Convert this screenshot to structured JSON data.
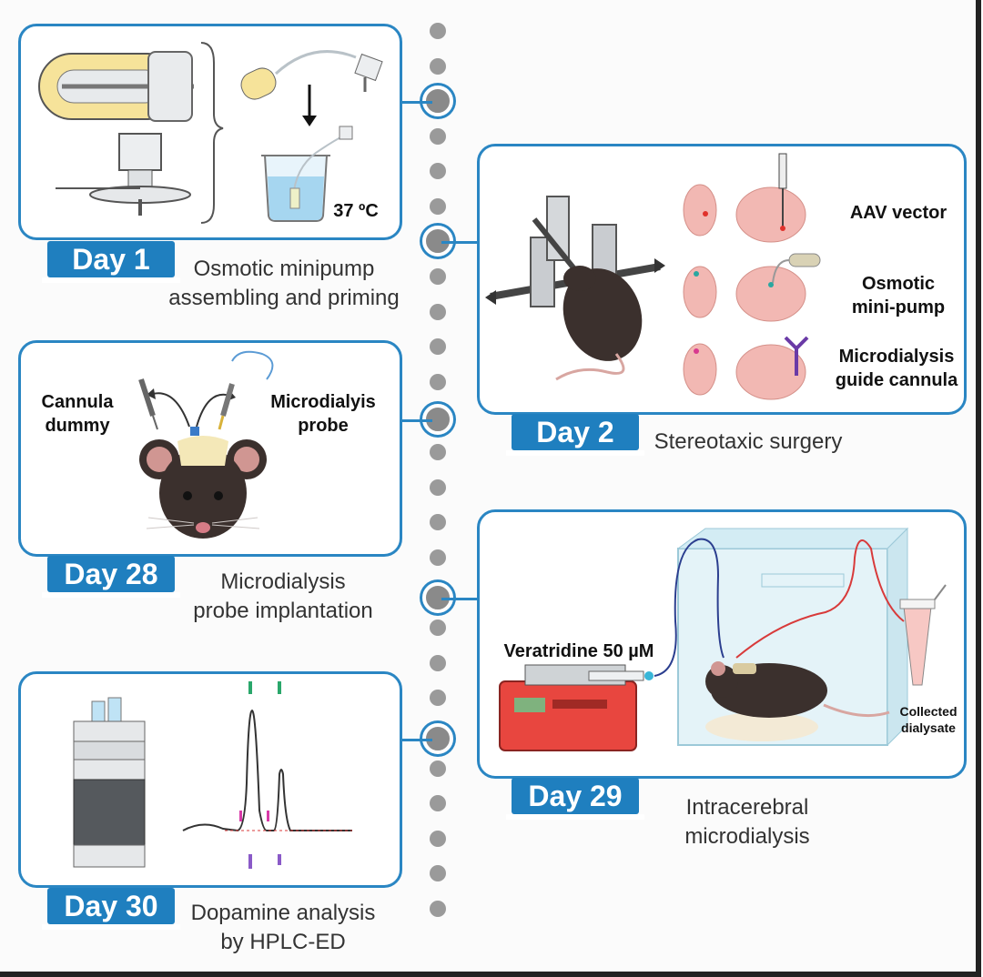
{
  "panels": {
    "day1": {
      "day": "Day 1",
      "caption_line1": "Osmotic minipump",
      "caption_line2": "assembling and priming",
      "temperature": "37 ºC"
    },
    "day2": {
      "day": "Day 2",
      "caption": "Stereotaxic surgery",
      "labels": {
        "aav": "AAV vector",
        "pump_line1": "Osmotic",
        "pump_line2": "mini-pump",
        "cannula_line1": "Microdialysis",
        "cannula_line2": "guide cannula"
      }
    },
    "day28": {
      "day": "Day 28",
      "caption_line1": "Microdialysis",
      "caption_line2": "probe implantation",
      "left_line1": "Cannula",
      "left_line2": "dummy",
      "right_line1": "Microdialyis",
      "right_line2": "probe"
    },
    "day29": {
      "day": "Day 29",
      "caption_line1": "Intracerebral",
      "caption_line2": "microdialysis",
      "drug": "Veratridine 50 µM",
      "collected_line1": "Collected",
      "collected_line2": "dialysate"
    },
    "day30": {
      "day": "Day 30",
      "caption_line1": "Dopamine analysis",
      "caption_line2": "by HPLC-ED"
    }
  },
  "colors": {
    "accent": "#2a86c3",
    "label_bg": "#1f7fbf",
    "brain": "#f2b8b3",
    "mouse": "#3b302d"
  }
}
